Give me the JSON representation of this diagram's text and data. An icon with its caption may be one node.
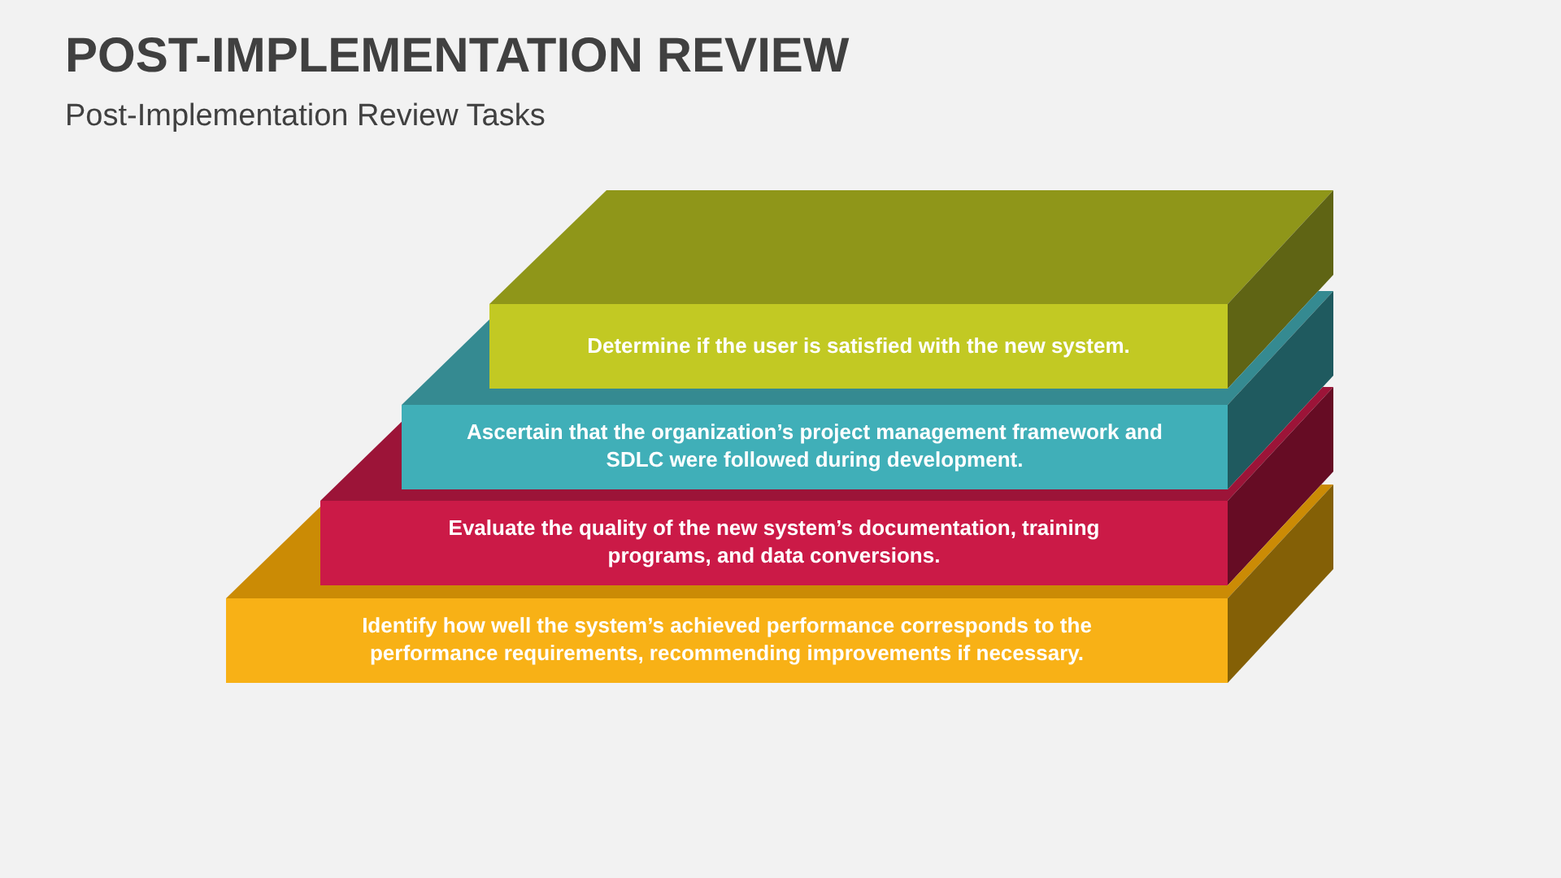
{
  "diagram": {
    "title": "POST-IMPLEMENTATION REVIEW",
    "nodes": [
      {
        "text": [
          "Determine if the user is satisfied with the new system."
        ]
      },
      {
        "text": [
          "Ascertain that the organization’s project management framework and SDLC were followed during development."
        ]
      },
      {
        "text": [
          "Evaluate the quality of the new system’s documentation, training programs, and data conversions."
        ]
      },
      {
        "text": [
          "Identify how well the system’s achieved performance corresponds to the performance requirements, recommending improvements if necessary."
        ]
      }
    ],
    "labels": [
      "Post-Implementation Review Tasks"
    ]
  }
}
